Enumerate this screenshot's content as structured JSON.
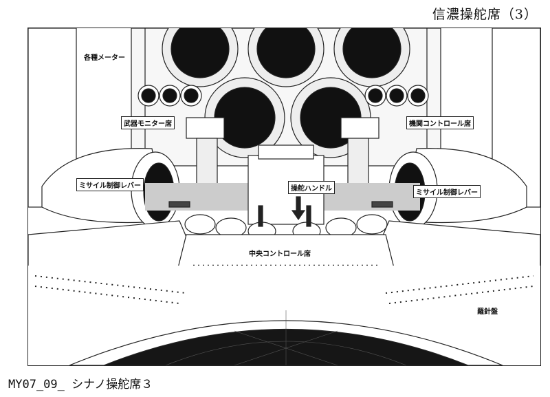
{
  "title": "信濃操舵席（3）",
  "caption": "MY07_09_ シナノ操舵席３",
  "labels": {
    "meters": "各種メーター",
    "weapon_monitor_seat": "武器モニター席",
    "engine_control_seat": "機関コントロール席",
    "missile_lever_left": "ミサイル制御レバー",
    "missile_lever_right": "ミサイル制御レバー",
    "helm": "操舵ハンドル",
    "central_control_seat": "中央コントロール席",
    "compass": "羅針盤"
  }
}
